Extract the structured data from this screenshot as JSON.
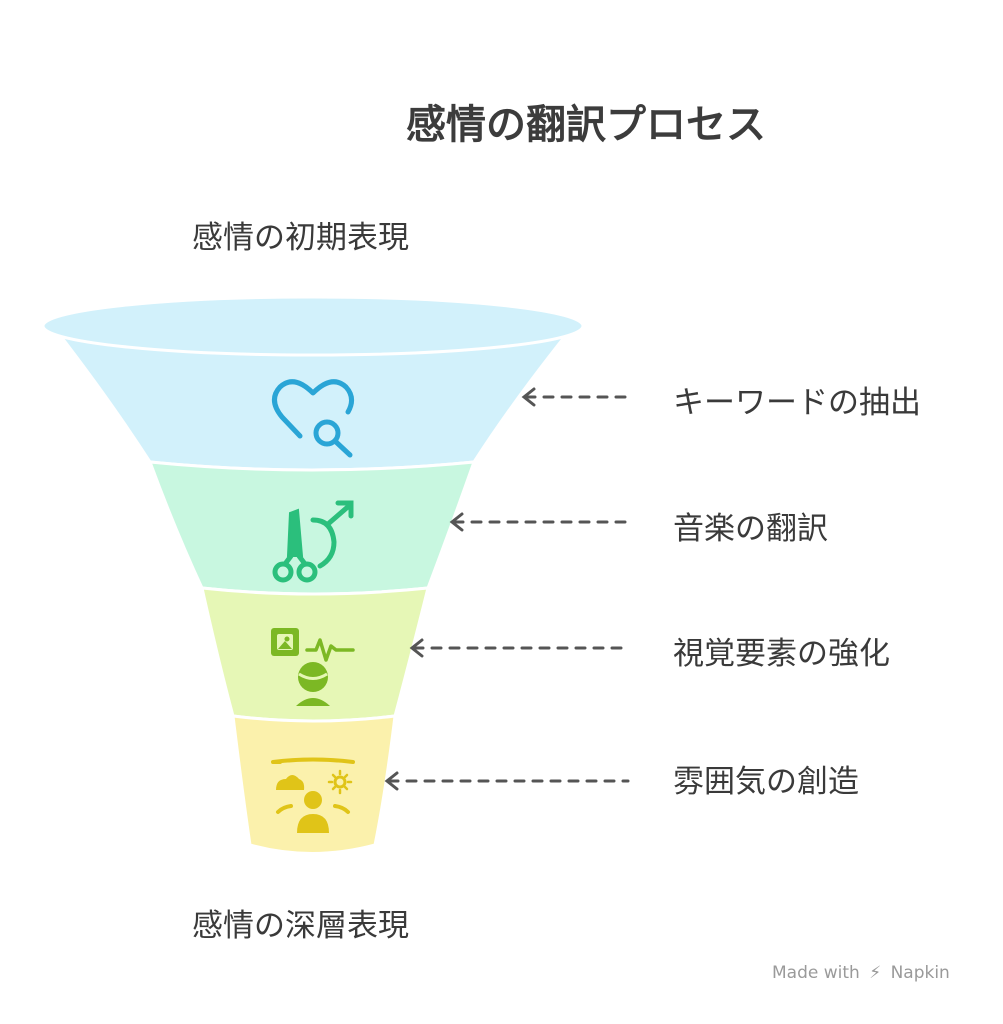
{
  "title": "感情の翻訳プロセス",
  "top_label": "感情の初期表現",
  "bottom_label": "感情の深層表現",
  "stages": [
    {
      "label": "キーワードの抽出",
      "icon": "heart-search-icon",
      "color": "#d2f1fb",
      "icon_color": "#2aa5d6"
    },
    {
      "label": "音楽の翻訳",
      "icon": "tuning-fork-music-icon",
      "color": "#c8f7e0",
      "icon_color": "#2bbf7c"
    },
    {
      "label": "視覚要素の強化",
      "icon": "image-signal-person-icon",
      "color": "#e6f7b6",
      "icon_color": "#7cb824"
    },
    {
      "label": "雰囲気の創造",
      "icon": "weather-person-icon",
      "color": "#fbf1ac",
      "icon_color": "#e0c418"
    }
  ],
  "watermark": {
    "prefix": "Made with",
    "brand": "Napkin"
  },
  "colors": {
    "rim": "#cdeefb",
    "arrow": "#555555",
    "text": "#3a3a3a"
  }
}
